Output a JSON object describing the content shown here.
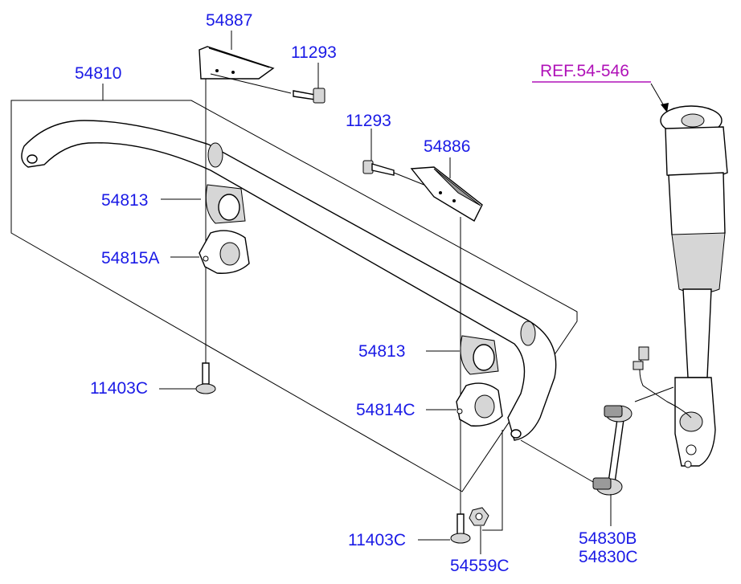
{
  "labels": {
    "bracket_left": "54887",
    "bolt_left": "11293",
    "stabilizer_bar": "54810",
    "bolt_right": "11293",
    "bracket_right": "54886",
    "bushing_left": "54813",
    "clamp_left": "54815A",
    "screw_left": "11403C",
    "bushing_right": "54813",
    "clamp_right": "54814C",
    "screw_right": "11403C",
    "nut": "54559C",
    "link_1": "54830B",
    "link_2": "54830C",
    "reference": "REF.54-546"
  },
  "colors": {
    "part_number": "#1a1ae6",
    "reference": "#b012b8"
  }
}
